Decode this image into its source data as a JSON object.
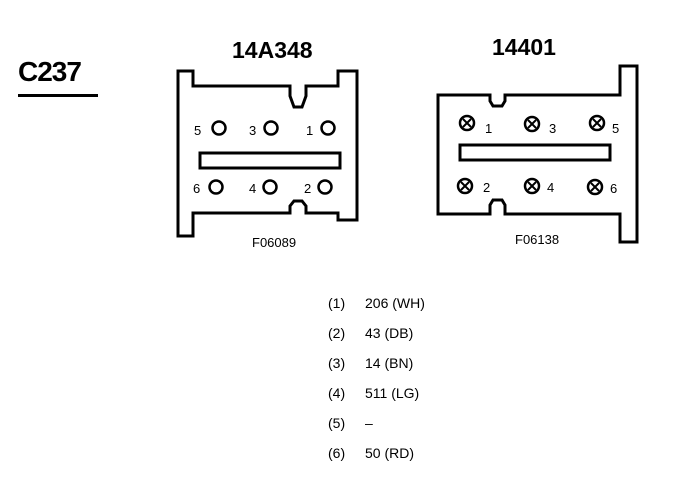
{
  "connector_id": "C237",
  "connectors": [
    {
      "part_number": "14A348",
      "figure_code": "F06089",
      "pins": [
        "5",
        "3",
        "1",
        "6",
        "4",
        "2"
      ]
    },
    {
      "part_number": "14401",
      "figure_code": "F06138",
      "pins": [
        "1",
        "3",
        "5",
        "2",
        "4",
        "6"
      ]
    }
  ],
  "wiring": [
    {
      "pin": "(1)",
      "circuit": "206 (WH)"
    },
    {
      "pin": "(2)",
      "circuit": "43 (DB)"
    },
    {
      "pin": "(3)",
      "circuit": "14 (BN)"
    },
    {
      "pin": "(4)",
      "circuit": "511 (LG)"
    },
    {
      "pin": "(5)",
      "circuit": "–"
    },
    {
      "pin": "(6)",
      "circuit": "50 (RD)"
    }
  ]
}
